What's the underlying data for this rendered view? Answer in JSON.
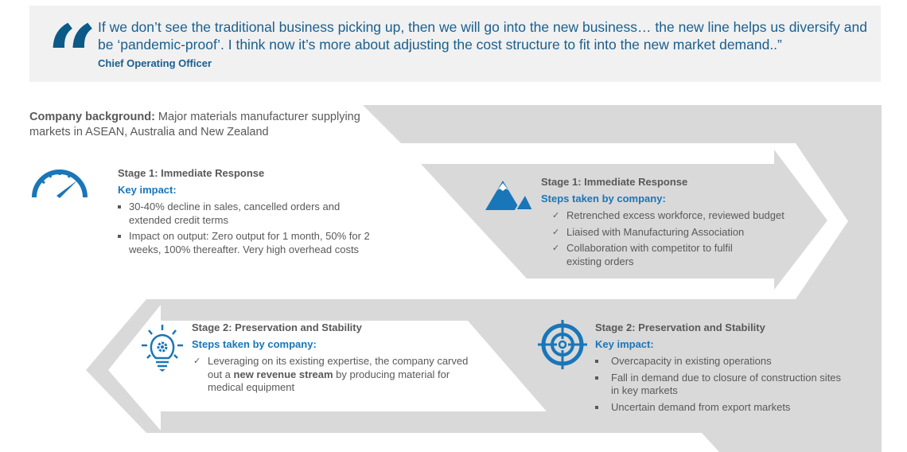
{
  "quote": {
    "mark": "“",
    "text": "If we don’t see the traditional business picking up, then we will go into the new business… the new line helps us diversify and be ‘pandemic-proof’. I think now it’s more about adjusting the cost structure to fit into the new market demand..”",
    "author": "Chief Operating Officer"
  },
  "background": {
    "label": "Company background:",
    "text": " Major materials manufacturer supplying markets in ASEAN, Australia and New Zealand"
  },
  "stage1_impact": {
    "title": "Stage 1: Immediate Response",
    "subtitle": "Key impact:",
    "items": [
      "30-40% decline in sales, cancelled orders and extended credit terms",
      "Impact on output: Zero output for 1 month, 50% for 2 weeks, 100% thereafter. Very high overhead costs"
    ]
  },
  "stage1_steps": {
    "title": "Stage 1: Immediate Response",
    "subtitle": "Steps taken by company:",
    "items": [
      "Retrenched excess workforce, reviewed budget",
      "Liaised with Manufacturing Association",
      "Collaboration with competitor to fulfil existing orders"
    ]
  },
  "stage2_steps": {
    "title": "Stage 2: Preservation and Stability",
    "subtitle": "Steps taken by company:",
    "item_pre": "Leveraging on its existing expertise, the company carved out a ",
    "item_bold": "new revenue stream",
    "item_post": " by producing material for medical equipment"
  },
  "stage2_impact": {
    "title": "Stage 2: Preservation and Stability",
    "subtitle": "Key impact:",
    "items": [
      "Overcapacity in existing operations",
      "Fall in demand due to closure of construction sites in key markets",
      "Uncertain demand from export markets"
    ]
  },
  "colors": {
    "accent": "#1976b8",
    "quote": "#0b5a87",
    "arrow_gray": "#d9d9d9"
  }
}
